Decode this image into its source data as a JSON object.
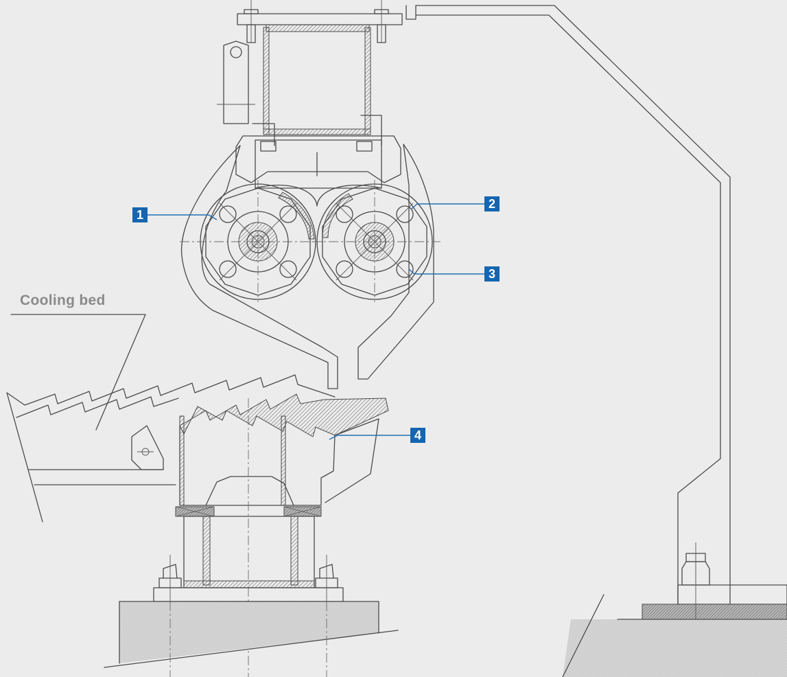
{
  "labels": {
    "cooling_bed": "Cooling bed"
  },
  "callouts": [
    {
      "number": "1"
    },
    {
      "number": "2"
    },
    {
      "number": "3"
    },
    {
      "number": "4"
    }
  ],
  "colors": {
    "background": "#ececec",
    "line": "#4a4a4a",
    "callout_fill": "#1565b0",
    "callout_text": "#ffffff",
    "label_text": "#8a8a8a"
  }
}
